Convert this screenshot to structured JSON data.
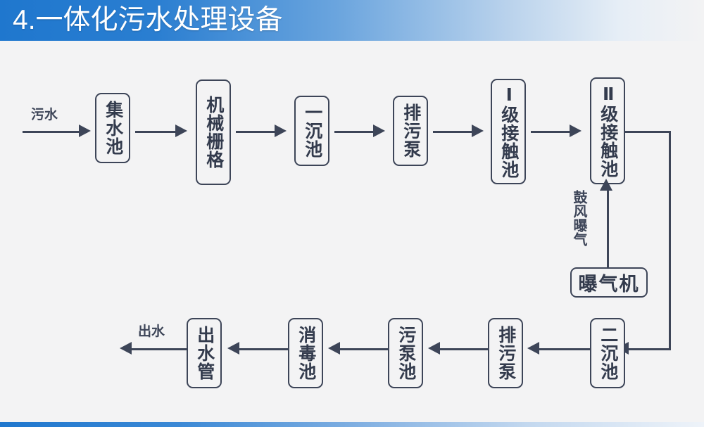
{
  "header": {
    "title": "4.一体化污水处理设备",
    "bar_color": "#1f77ce",
    "text_color": "#ffffff"
  },
  "page": {
    "background": "#f3f3f4",
    "stroke_color": "#3d4558"
  },
  "diagram": {
    "type": "process-flowchart",
    "orientation": "serpentine-two-rows",
    "labels": {
      "inlet": "污水",
      "outlet": "出水",
      "aeration": "鼓风曝气"
    },
    "row1": [
      {
        "id": "collection-tank",
        "text": "集水池",
        "chars": 3
      },
      {
        "id": "mechanical-grate",
        "text": "机械栅格",
        "chars": 4
      },
      {
        "id": "primary-settling",
        "text": "一沉池",
        "chars": 3
      },
      {
        "id": "sewage-pump-1",
        "text": "排污泵",
        "chars": 3
      },
      {
        "id": "contact-tank-1",
        "text": "Ⅰ级接触池",
        "chars": 5
      },
      {
        "id": "contact-tank-2",
        "text": "Ⅱ级接触池",
        "chars": 5
      }
    ],
    "row2": [
      {
        "id": "outlet-pipe",
        "text": "出水管",
        "chars": 3
      },
      {
        "id": "disinfection-tank",
        "text": "消毒池",
        "chars": 3
      },
      {
        "id": "sludge-pump-tank",
        "text": "污泵池",
        "chars": 3
      },
      {
        "id": "sewage-pump-2",
        "text": "排污泵",
        "chars": 3
      },
      {
        "id": "secondary-settling",
        "text": "二沉池",
        "chars": 3
      }
    ],
    "aux": [
      {
        "id": "aerator",
        "text": "曝气机",
        "orientation": "horizontal"
      }
    ],
    "flow_sequence": [
      "污水",
      "集水池",
      "机械栅格",
      "一沉池",
      "排污泵",
      "Ⅰ级接触池",
      "Ⅱ级接触池",
      "二沉池",
      "排污泵",
      "污泵池",
      "消毒池",
      "出水管",
      "出水"
    ],
    "side_feed": {
      "from": "曝气机",
      "to": "Ⅱ级接触池",
      "label": "鼓风曝气"
    }
  }
}
